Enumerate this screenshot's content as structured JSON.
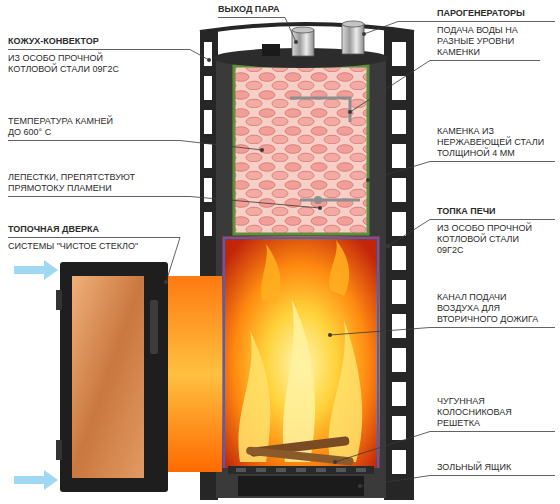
{
  "diagram": {
    "labels": [
      "ВЫХОД ПАРА",
      "КОЖУХ-КОНВЕКТОР",
      "ИЗ ОСОБО ПРОЧНОЙ КОТЛОВОЙ СТАЛИ 09Г2С",
      "ТЕМПЕРАТУРА КАМНЕЙ ДО 600° С",
      "ЛЕПЕСТКИ, ПРЕПЯТСТВУЮТ ПРЯМОТОКУ ПЛАМЕНИ",
      "ТОПОЧНАЯ ДВЕРКА",
      "СИСТЕМЫ \"ЧИСТОЕ СТЕКЛО\"",
      "ПАРОГЕНЕРАТОРЫ",
      "ПОДАЧА ВОДЫ НА РАЗНЫЕ УРОВНИ КАМЕНКИ",
      "КАМЕНКА ИЗ НЕРЖАВЕЮЩЕЙ СТАЛИ ТОЛЩИНОЙ 4 ММ",
      "ТОПКА ПЕЧИ",
      "ИЗ ОСОБО ПРОЧНОЙ КОТЛОВОЙ СТАЛИ 09Г2С",
      "КАНАЛ ПОДАЧИ ВОЗДУХА ДЛЯ ВТОРИЧНОГО ДОЖИГА",
      "ЧУГУННАЯ КОЛОСНИКОВАЯ РЕШЕТКА",
      "ЗОЛЬНЫЙ ЯЩИК"
    ]
  }
}
